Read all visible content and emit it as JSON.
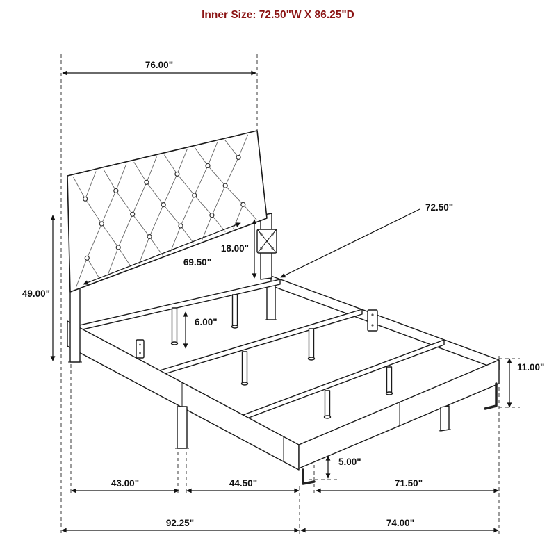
{
  "title": "Inner Size: 72.50\"W X 86.25\"D",
  "colors": {
    "title_text": "#8b1414",
    "line": "#1a1a1a"
  },
  "dimensions": {
    "headboard_width": "76.00\"",
    "headboard_height": "49.00\"",
    "panel_height": "18.00\"",
    "headboard_inner_width": "69.50\"",
    "inner_width": "72.50\"",
    "slat_leg_height": "6.00\"",
    "side_rail_height": "11.00\"",
    "foot_leg_height": "5.00\"",
    "leg_span_head": "43.00\"",
    "leg_span_mid": "44.50\"",
    "leg_span_foot": "71.50\"",
    "overall_depth": "92.25\"",
    "overall_width": "74.00\""
  }
}
